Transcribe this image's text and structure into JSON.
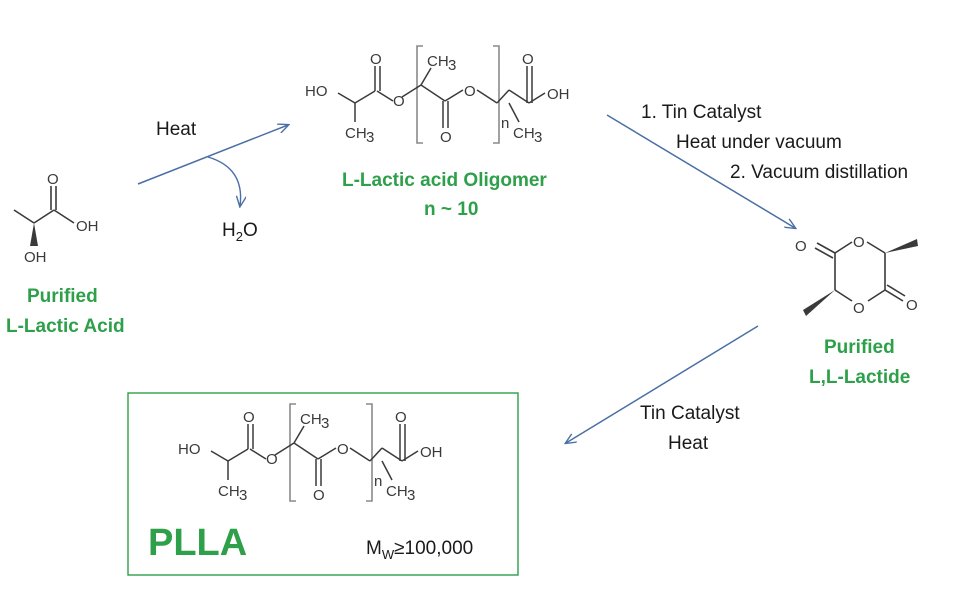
{
  "compounds": {
    "lactic_acid": {
      "name_line1": "Purified",
      "name_line2": "L-Lactic Acid",
      "atoms": {
        "carbonyl_o": "O",
        "oh": "OH",
        "ho_bottom": "OH"
      }
    },
    "oligomer": {
      "name": "L-Lactic acid Oligomer",
      "n_value": "n ~ 10",
      "atoms": {
        "ho": "HO",
        "o1": "O",
        "o2": "O",
        "o3": "O",
        "o4": "O",
        "o5": "O",
        "oh": "OH",
        "ch3_top": "CH",
        "ch3_left": "CH",
        "ch3_right": "CH",
        "sub3": "3",
        "n": "n"
      }
    },
    "lactide": {
      "name_line1": "Purified",
      "name_line2": "L,L-Lactide",
      "atoms": {
        "o_left": "O",
        "o_ring_top": "O",
        "o_ring_bottom": "O",
        "o_right": "O"
      }
    },
    "plla": {
      "name": "PLLA",
      "mw_prefix": "M",
      "mw_sub": "W",
      "mw_value": "≥100,000",
      "atoms": {
        "ho": "HO",
        "o1": "O",
        "o2": "O",
        "o3": "O",
        "o4": "O",
        "o5": "O",
        "oh": "OH",
        "ch3_top": "CH",
        "ch3_left": "CH",
        "ch3_right": "CH",
        "sub3": "3",
        "n": "n"
      }
    }
  },
  "steps": {
    "step1": {
      "condition": "Heat",
      "byproduct_h": "H",
      "byproduct_sub": "2",
      "byproduct_o": "O"
    },
    "step2": {
      "line1": "1. Tin Catalyst",
      "line2": "Heat under vacuum",
      "line3": "2. Vacuum distillation"
    },
    "step3": {
      "line1": "Tin Catalyst",
      "line2": "Heat"
    }
  },
  "colors": {
    "accent_green": "#2ea04a",
    "arrow": "#4a6fa5",
    "bond": "#3a3a3a"
  }
}
